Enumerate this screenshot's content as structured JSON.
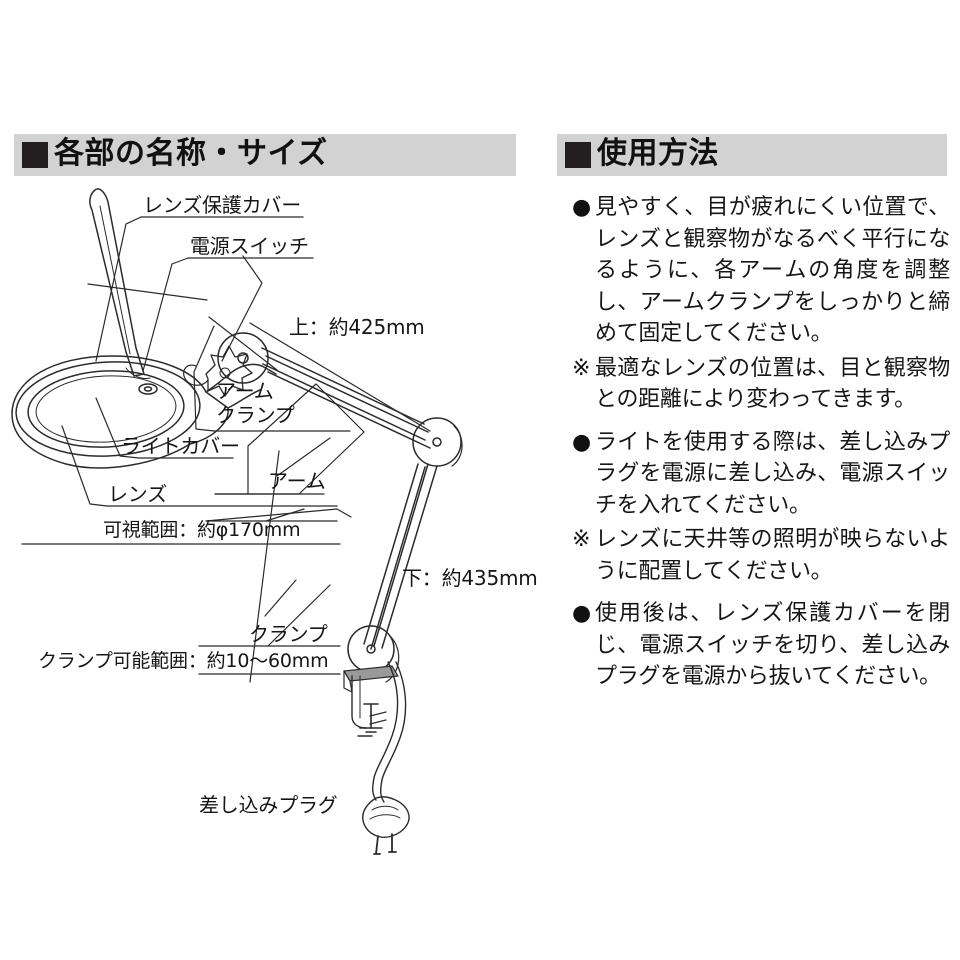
{
  "sections": {
    "left": {
      "bullet": "■",
      "title": "各部の名称・サイズ"
    },
    "right": {
      "bullet": "■",
      "title": "使用方法"
    }
  },
  "diagram": {
    "labels": {
      "lens_cover": "レンズ保護カバー",
      "power_switch": "電源スイッチ",
      "upper_arm_length": "上：約425mm",
      "arm_clamp_line1": "アーム",
      "arm_clamp_line2": "クランプ",
      "light_cover": "ライトカバー",
      "arm": "アーム",
      "lens": "レンズ",
      "view_range": "可視範囲：約φ170mm",
      "lower_arm_length": "下：約435mm",
      "clamp": "クランプ",
      "clamp_range": "クランプ可能範囲：約10〜60mm",
      "plug": "差し込みプラグ"
    }
  },
  "instructions": {
    "items": [
      {
        "marker": "●",
        "text": "見やすく、目が疲れにくい位置で、レンズと観察物がなるべく平行になるように、各アームの角度を調整し、アームクランプをしっかりと締めて固定してください。",
        "gap": false
      },
      {
        "marker": "※",
        "text": "最適なレンズの位置は、目と観察物との距離により変わってきます。",
        "gap": false
      },
      {
        "marker": "●",
        "text": "ライトを使用する際は、差し込みプラグを電源に差し込み、電源スイッチを入れてください。",
        "gap": true
      },
      {
        "marker": "※",
        "text": "レンズに天井等の照明が映らないように配置してください。",
        "gap": false
      },
      {
        "marker": "●",
        "text": "使用後は、レンズ保護カバーを閉じ、電源スイッチを切り、差し込みプラグを電源から抜いてください。",
        "gap": true
      }
    ]
  },
  "colors": {
    "header_bar": "#d2d2d2",
    "header_square": "#231f20",
    "text": "#161616",
    "line": "#2b2b2b",
    "background": "#ffffff"
  }
}
